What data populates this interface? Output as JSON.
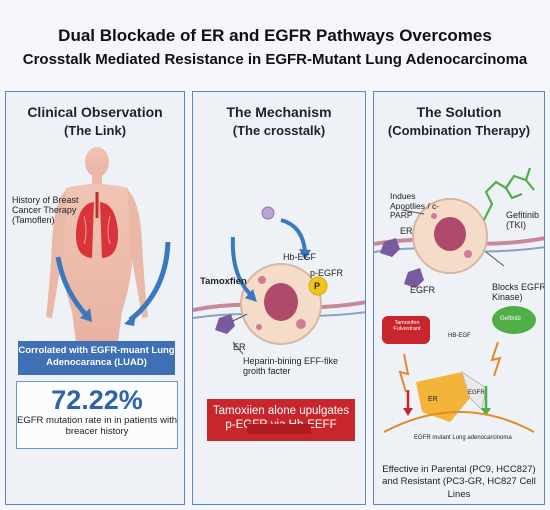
{
  "title": {
    "line1": "Dual Blockade of ER and EGFR Pathways Overcomes",
    "line2": "Crosstalk Mediated Resistance in EGFR-Mutant Lung Adenocarcinoma"
  },
  "panel1": {
    "heading": "Clinical Observation",
    "subheading": "(The Link)",
    "history_label": "History of Breast Cancer Therapy (Tamoflen)",
    "correlation_box": "Corrolated with EGFR-muant Lung Adenocaranca (LUAD)",
    "stat_value": "72.22%",
    "stat_caption": "EGFR mutation rate in in patients with breacer history"
  },
  "panel2": {
    "heading": "The Mechanism",
    "subheading": "(The crosstalk)",
    "tamoxifen_label": "Tamoxfien",
    "hbegf_label": "Hb-EGF",
    "pegfr_label": "p-EGFR",
    "p_badge": "P",
    "er_label": "ER",
    "factor_label": "Heparin-bining EFF-fike groith facter",
    "red_box_text": "Tamoxiien alone upulgates p-EGFR via Hb-EEFF"
  },
  "panel3": {
    "heading": "The Solution",
    "subheading": "(Combination Therapy)",
    "induces_label": "Indues Apoptlies / c-PARP",
    "er_label": "ER",
    "egfr_label": "EGFR",
    "gefitinib_label": "Gefitinib (TKI)",
    "blocks_label": "Blocks EGFR Kinase)",
    "tamoxifen_small": "Tamoxifen Fulvestrant",
    "hbegf_small": "HB-EGF",
    "gefitinib_small": "Geftinib",
    "er_small": "ER",
    "egfr_small": "EGFR",
    "adeno_label": "EGFR mutant Lung adenocarcinoma",
    "footer": "Effective in Parental (PC9, HCC827) and Resistant (PC3-GR, HC827 Cell Lines"
  },
  "colors": {
    "panel_border": "#5e86c6",
    "blue_box": "#3f6fb5",
    "stat_text": "#2f62a8",
    "red_box": "#c8262c",
    "cell_fill": "#f5dcc8",
    "nucleus": "#b04a6a",
    "er_purple": "#7a5a9e",
    "arrow_blue": "#3a78bf",
    "badge_yellow": "#f2c418",
    "gefitinib_green": "#4fae45"
  }
}
